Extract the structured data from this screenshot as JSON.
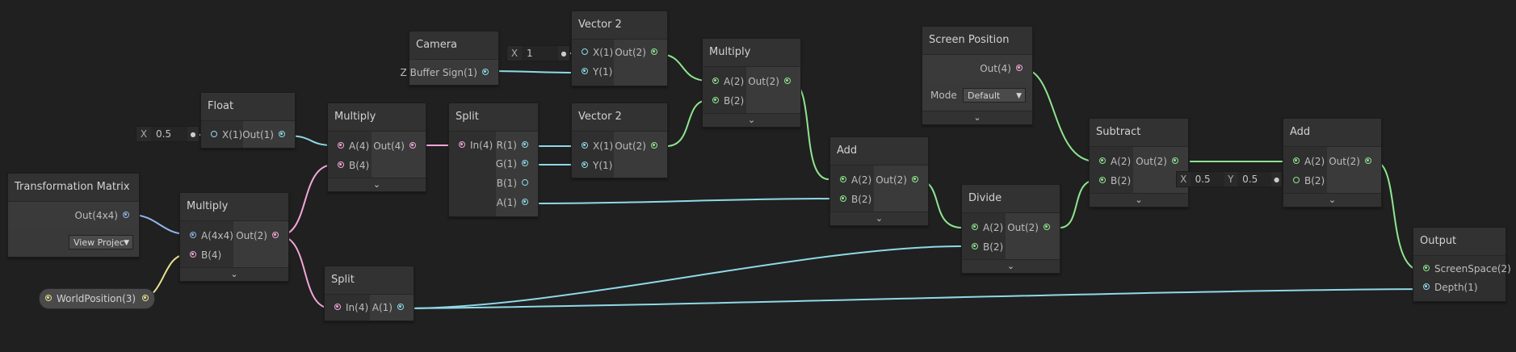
{
  "nodes": {
    "camera": {
      "title": "Camera",
      "outputs": [
        "Z Buffer Sign(1)"
      ]
    },
    "vector2a": {
      "title": "Vector 2",
      "inputs": [
        "X(1)",
        "Y(1)"
      ],
      "outputs": [
        "Out(2)"
      ],
      "field": {
        "axis": "X",
        "value": "1"
      }
    },
    "multiply_top": {
      "title": "Multiply",
      "inputs": [
        "A(2)",
        "B(2)"
      ],
      "outputs": [
        "Out(2)"
      ]
    },
    "screen_position": {
      "title": "Screen Position",
      "outputs": [
        "Out(4)"
      ],
      "mode_label": "Mode",
      "mode_value": "Default"
    },
    "float": {
      "title": "Float",
      "inputs": [
        "X(1)"
      ],
      "outputs": [
        "Out(1)"
      ],
      "field": {
        "axis": "X",
        "value": "0.5"
      }
    },
    "multiply_mid": {
      "title": "Multiply",
      "inputs": [
        "A(4)",
        "B(4)"
      ],
      "outputs": [
        "Out(4)"
      ]
    },
    "split_top": {
      "title": "Split",
      "inputs": [
        "In(4)"
      ],
      "outputs": [
        "R(1)",
        "G(1)",
        "B(1)",
        "A(1)"
      ]
    },
    "vector2b": {
      "title": "Vector 2",
      "inputs": [
        "X(1)",
        "Y(1)"
      ],
      "outputs": [
        "Out(2)"
      ]
    },
    "add_mid": {
      "title": "Add",
      "inputs": [
        "A(2)",
        "B(2)"
      ],
      "outputs": [
        "Out(2)"
      ]
    },
    "subtract": {
      "title": "Subtract",
      "inputs": [
        "A(2)",
        "B(2)"
      ],
      "outputs": [
        "Out(2)"
      ],
      "field": {
        "x_label": "X",
        "x_value": "0.5",
        "y_label": "Y",
        "y_value": "0.5"
      }
    },
    "add_right": {
      "title": "Add",
      "inputs": [
        "A(2)",
        "B(2)"
      ],
      "outputs": [
        "Out(2)"
      ]
    },
    "transform": {
      "title": "Transformation Matrix",
      "outputs": [
        "Out(4x4)"
      ],
      "dropdown": "View Projec"
    },
    "multiply_low": {
      "title": "Multiply",
      "inputs": [
        "A(4x4)",
        "B(4)"
      ],
      "outputs": [
        "Out(2)"
      ]
    },
    "divide": {
      "title": "Divide",
      "inputs": [
        "A(2)",
        "B(2)"
      ],
      "outputs": [
        "Out(2)"
      ]
    },
    "output": {
      "title": "Output",
      "inputs": [
        "ScreenSpace(2)",
        "Depth(1)"
      ]
    },
    "split_low": {
      "title": "Split",
      "inputs": [
        "In(4)"
      ],
      "outputs": [
        "A(1)"
      ]
    },
    "world_position": {
      "label": "WorldPosition(3)"
    }
  },
  "colors": {
    "vec2": "#8fe58f",
    "vec4": "#f3a7d9",
    "vec1": "#8fd9e8",
    "matrix": "#8fb7e8",
    "vec3": "#e8e28f",
    "background": "#202020",
    "node": "#393939"
  },
  "icons": {
    "expand": "chevron-down-icon",
    "dropdown": "triangle-down-icon",
    "pin": "pin-icon"
  }
}
